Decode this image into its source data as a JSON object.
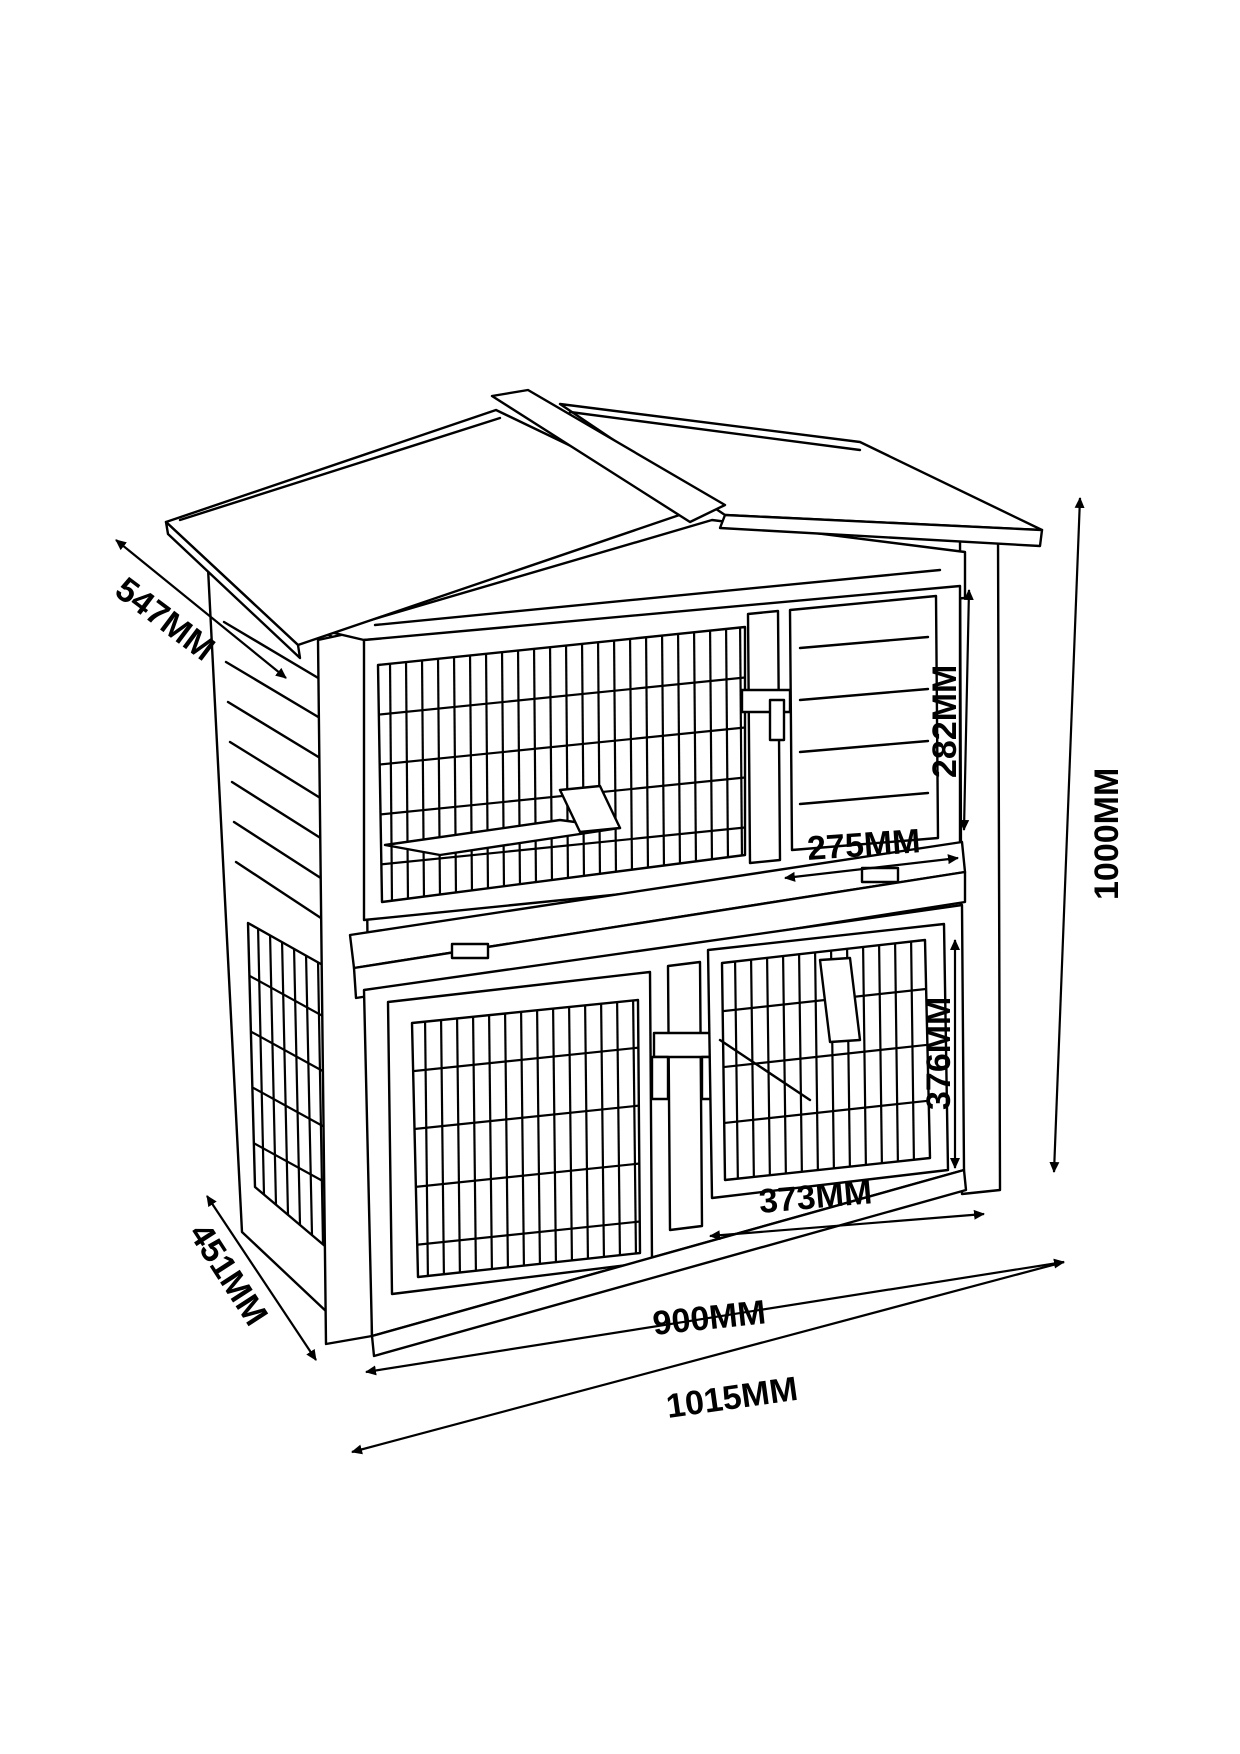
{
  "diagram": {
    "dimensions": {
      "depth_top": "547MM",
      "depth_bottom": "451MM",
      "height_total": "1000MM",
      "upper_room_height": "282MM",
      "upper_room_width": "275MM",
      "lower_room_height": "376MM",
      "lower_room_width": "373MM",
      "body_width": "900MM",
      "overall_width": "1015MM"
    }
  }
}
